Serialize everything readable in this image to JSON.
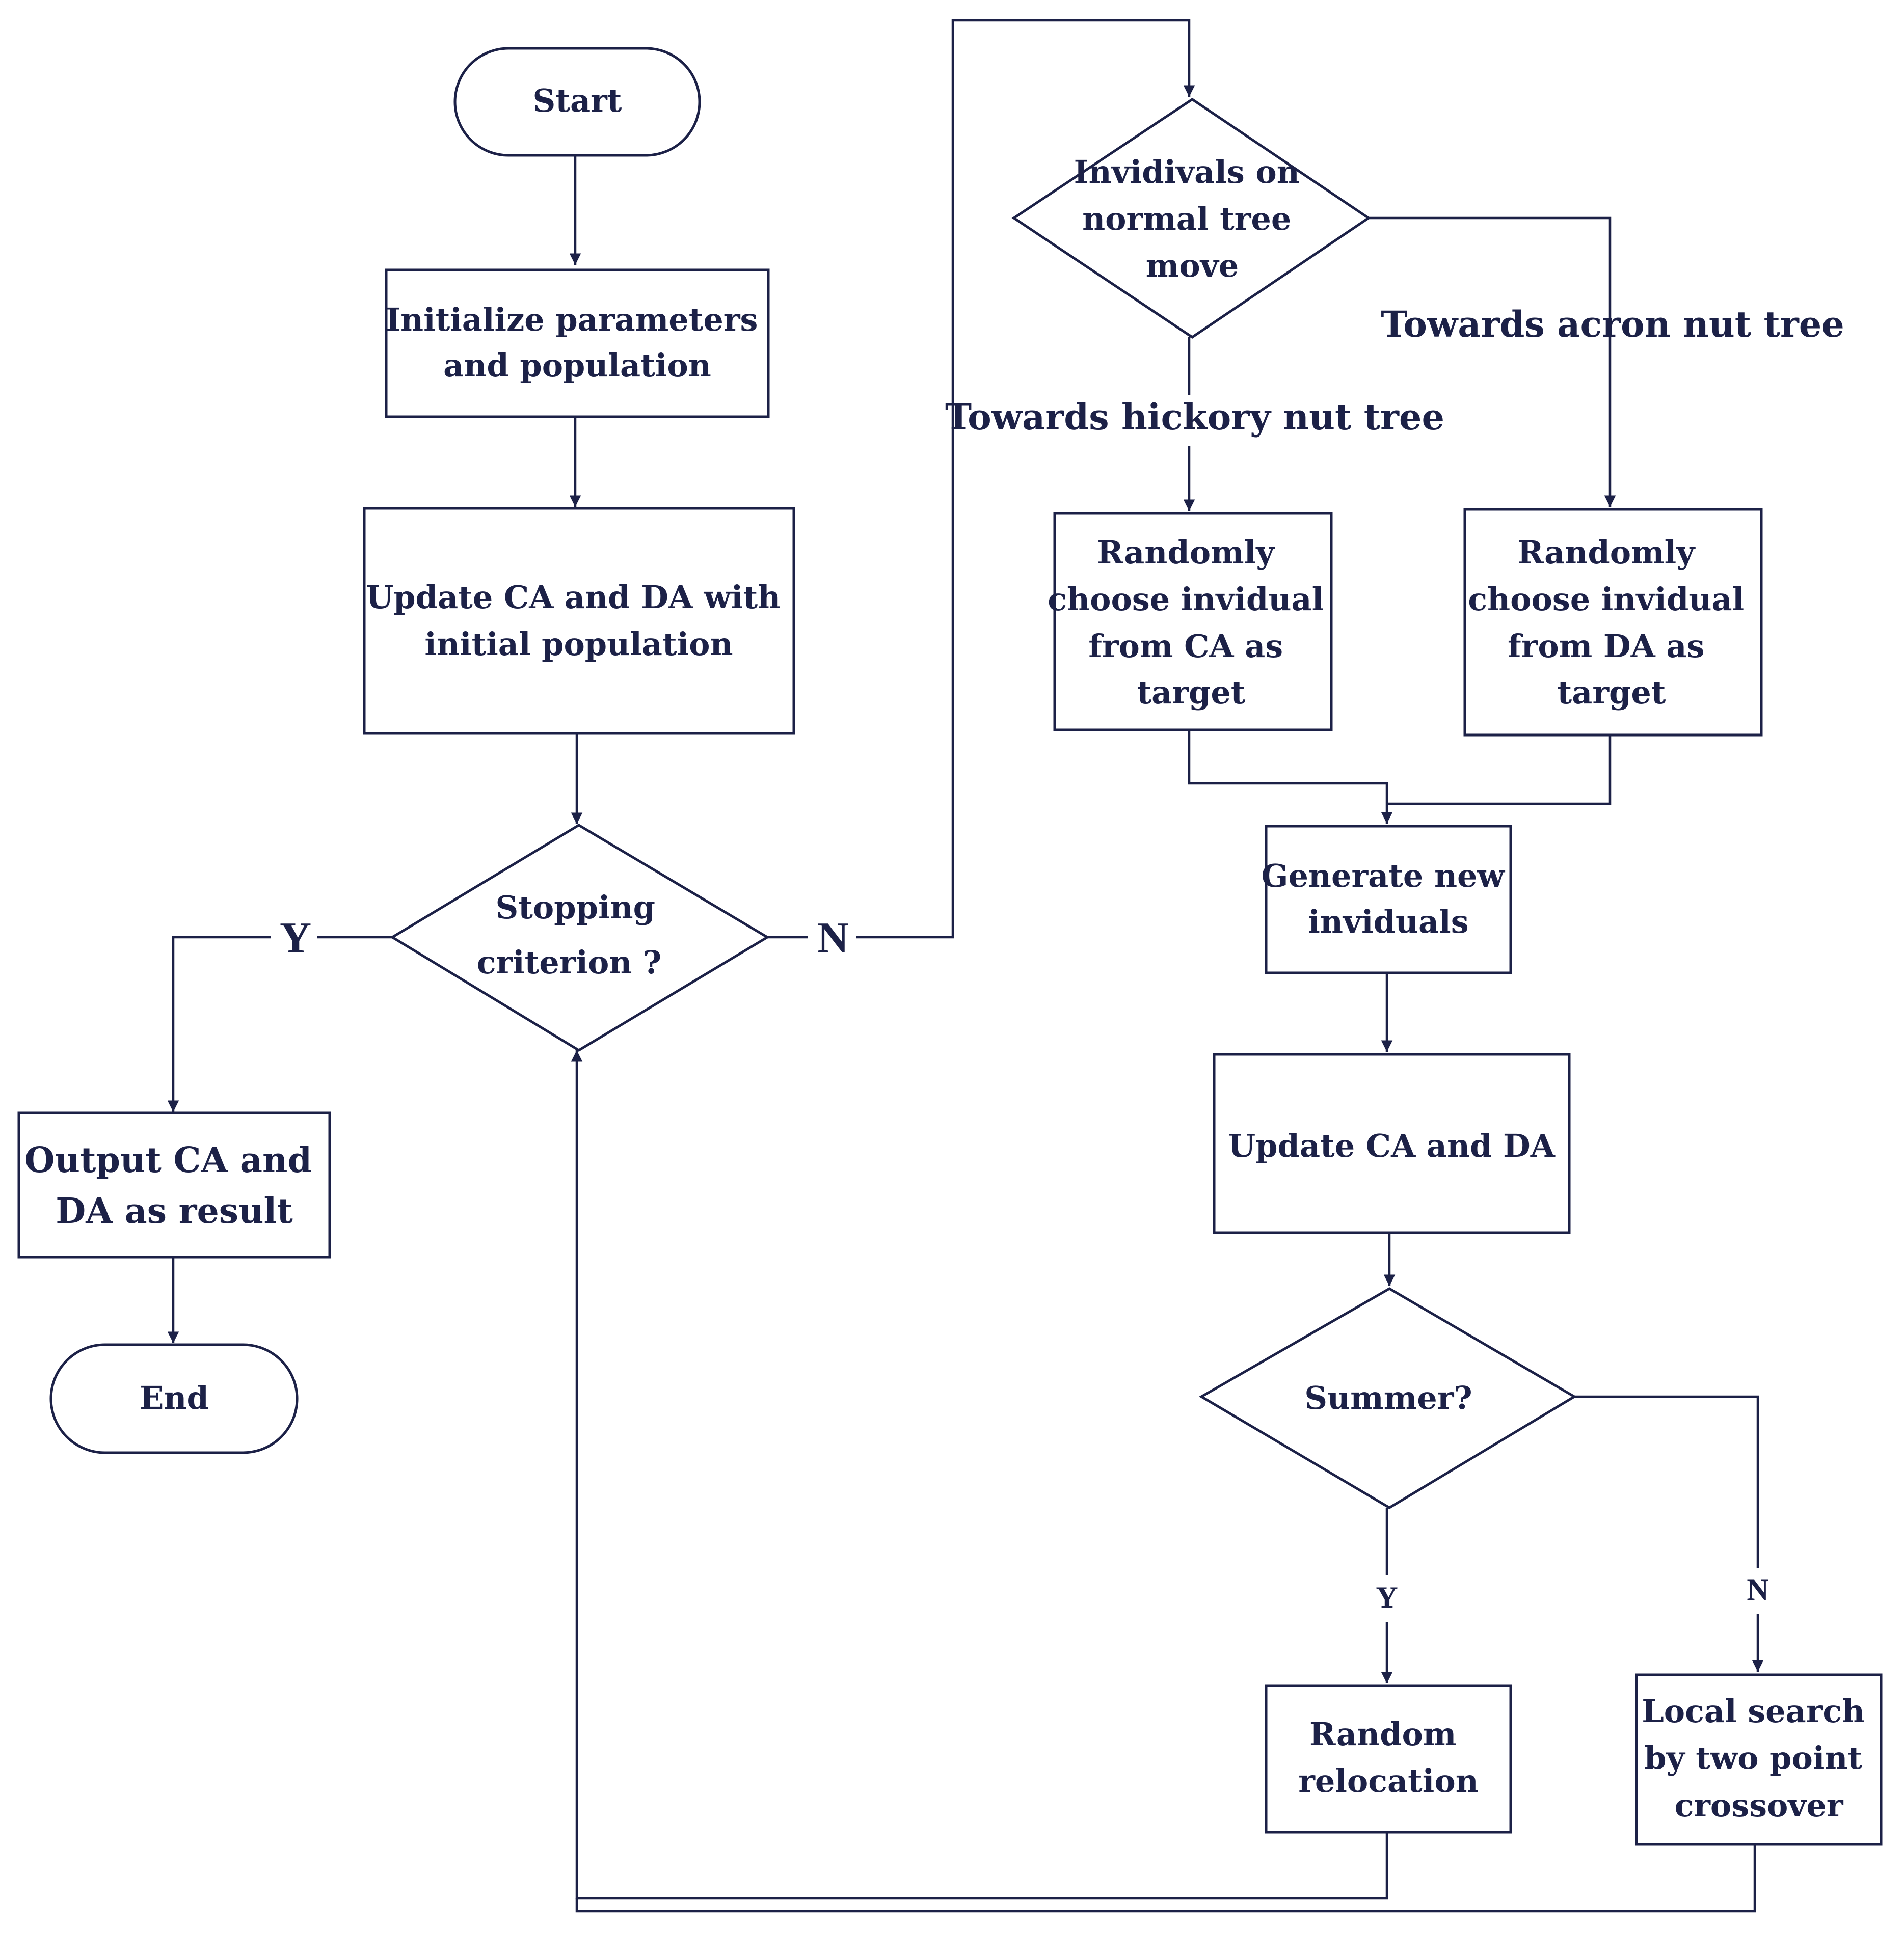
{
  "colors": {
    "stroke": "#1c2147",
    "text": "#1c2147",
    "background": "#ffffff"
  },
  "nodes": {
    "start": "Start",
    "init": [
      "Initialize parameters",
      "and population"
    ],
    "update_initial": [
      "Update CA and DA with",
      "initial population"
    ],
    "stopping": [
      "Stopping",
      "criterion ?"
    ],
    "output": [
      "Output CA and",
      "DA as result"
    ],
    "end": "End",
    "move": [
      "Invidivals on",
      "normal tree",
      "move"
    ],
    "choose_ca": [
      "Randomly",
      "choose invidual",
      "from CA as",
      "target"
    ],
    "choose_da": [
      "Randomly",
      "choose invidual",
      "from DA as",
      "target"
    ],
    "generate": [
      "Generate new",
      "inviduals"
    ],
    "update_ca_da": "Update CA and DA",
    "summer": "Summer?",
    "relocation": [
      "Random",
      "relocation"
    ],
    "local_search": [
      "Local search",
      "by two point",
      "crossover"
    ]
  },
  "edge_labels": {
    "stop_yes": "Y",
    "stop_no": "N",
    "hickory": "Towards hickory nut tree",
    "acorn": "Towards acron nut tree",
    "summer_yes": "Y",
    "summer_no": "N"
  }
}
